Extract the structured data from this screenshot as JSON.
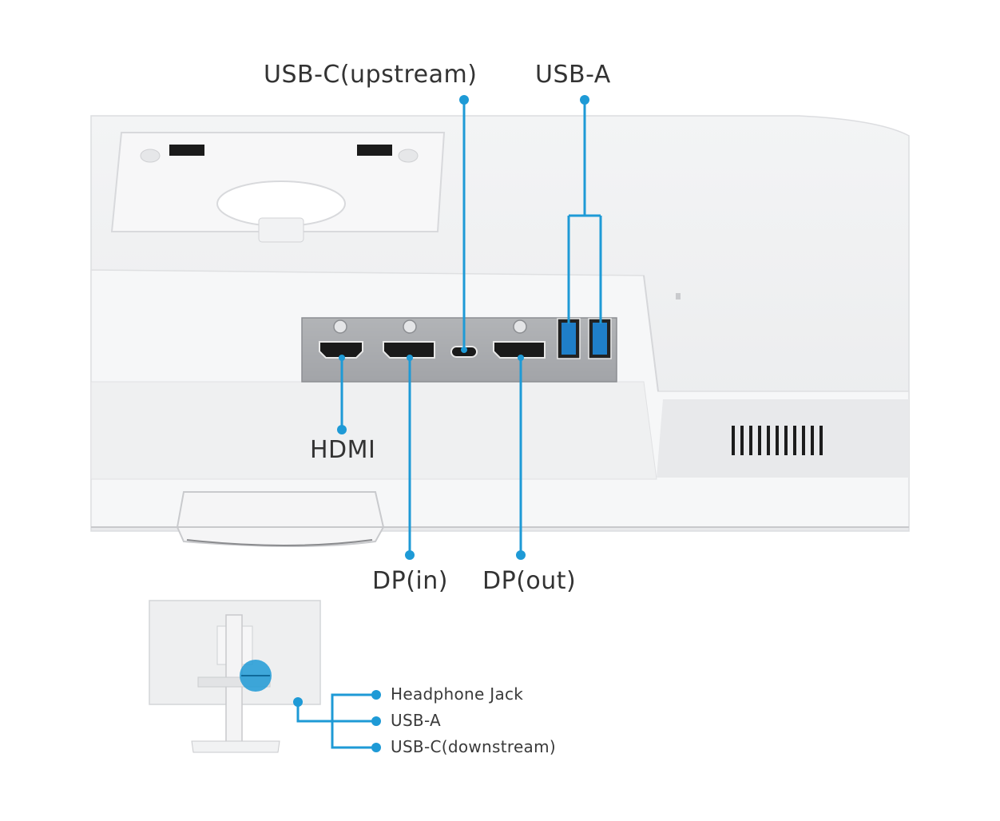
{
  "accent_color": "#1e9ad6",
  "labels": {
    "usb_c_upstream": "USB-C(upstream)",
    "usb_a_top": "USB-A",
    "hdmi": "HDMI",
    "dp_in": "DP(in)",
    "dp_out": "DP(out)"
  },
  "inset_labels": {
    "headphone_jack": "Headphone Jack",
    "usb_a": "USB-A",
    "usb_c_downstream": "USB-C(downstream)"
  }
}
